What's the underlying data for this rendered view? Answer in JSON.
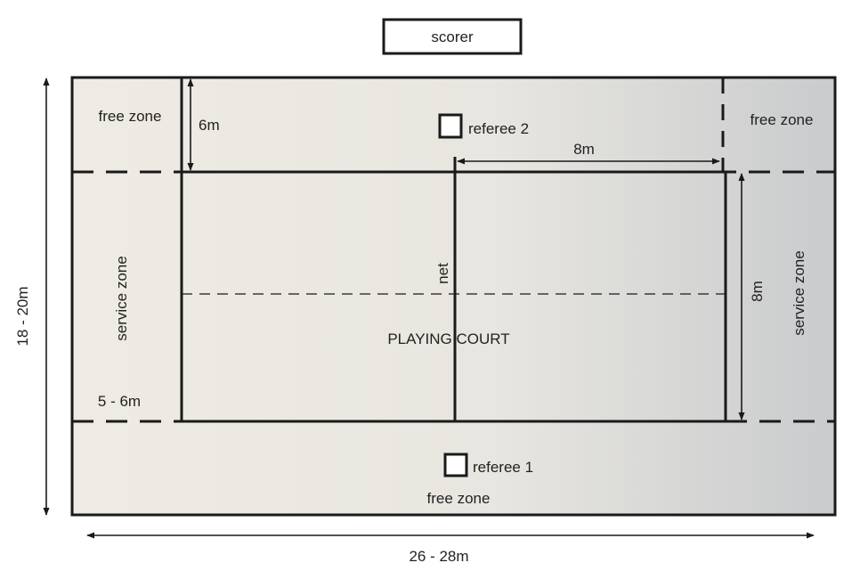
{
  "labels": {
    "scorer": "scorer",
    "free_zone_top_left": "free zone",
    "free_zone_top_right": "free zone",
    "free_zone_bottom": "free zone",
    "six_m": "6m",
    "eight_m_horizontal": "8m",
    "eight_m_vertical": "8m",
    "referee_2": "referee 2",
    "referee_1": "referee 1",
    "service_zone_left": "service zone",
    "service_zone_right": "service zone",
    "net": "net",
    "playing_court": "PLAYING COURT",
    "five_six_m": "5 - 6m",
    "width_total": "18 - 20m",
    "length_total": "26 - 28m"
  },
  "colors": {
    "gradient_start": "#efebe4",
    "gradient_mid": "#e8e6e0",
    "gradient_end": "#c9cbcd",
    "line": "#1a1a1a"
  }
}
